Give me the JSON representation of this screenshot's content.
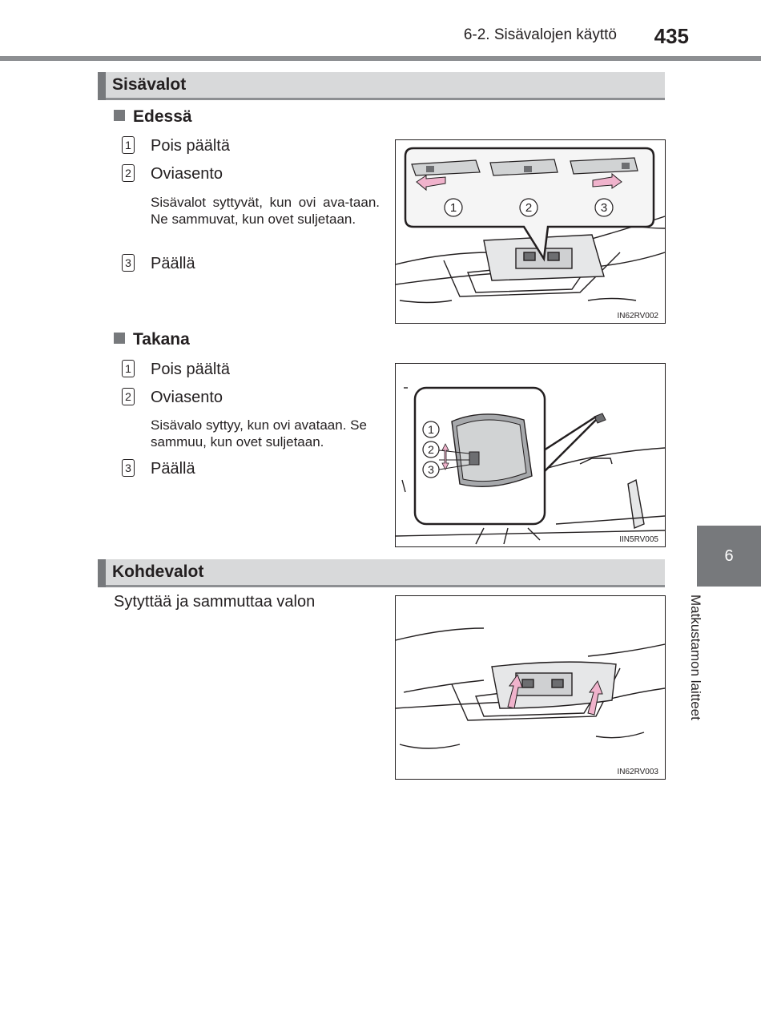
{
  "header": {
    "section": "6-2. Sisävalojen käyttö",
    "page": "435"
  },
  "side": {
    "chapter": "6",
    "title": "Matkustamon laitteet"
  },
  "sections": [
    {
      "title": "Sisävalot",
      "groups": [
        {
          "subtitle": "Edessä",
          "items": [
            {
              "num": "1",
              "label": "Pois päältä"
            },
            {
              "num": "2",
              "label": "Oviasento",
              "note": "Sisävalot syttyvät, kun ovi ava-taan. Ne sammuvat, kun ovet suljetaan."
            },
            {
              "num": "3",
              "label": "Päällä"
            }
          ],
          "figure": {
            "code": "IN62RV002",
            "callouts": [
              "1",
              "2",
              "3"
            ]
          }
        },
        {
          "subtitle": "Takana",
          "items": [
            {
              "num": "1",
              "label": "Pois päältä"
            },
            {
              "num": "2",
              "label": "Oviasento",
              "note": "Sisävalo syttyy, kun ovi avataan. Se sammuu, kun ovet suljetaan."
            },
            {
              "num": "3",
              "label": "Päällä"
            }
          ],
          "figure": {
            "code": "IIN5RV005",
            "callouts": [
              "1",
              "2",
              "3"
            ]
          }
        }
      ]
    },
    {
      "title": "Kohdevalot",
      "text": "Sytyttää ja sammuttaa valon",
      "figure": {
        "code": "IN62RV003"
      }
    }
  ],
  "colors": {
    "accent_gray": "#77797c",
    "bar_gray": "#d8d9da",
    "arrow_pink": "#f0b3cc",
    "callout_fill": "#f5f5f5"
  }
}
